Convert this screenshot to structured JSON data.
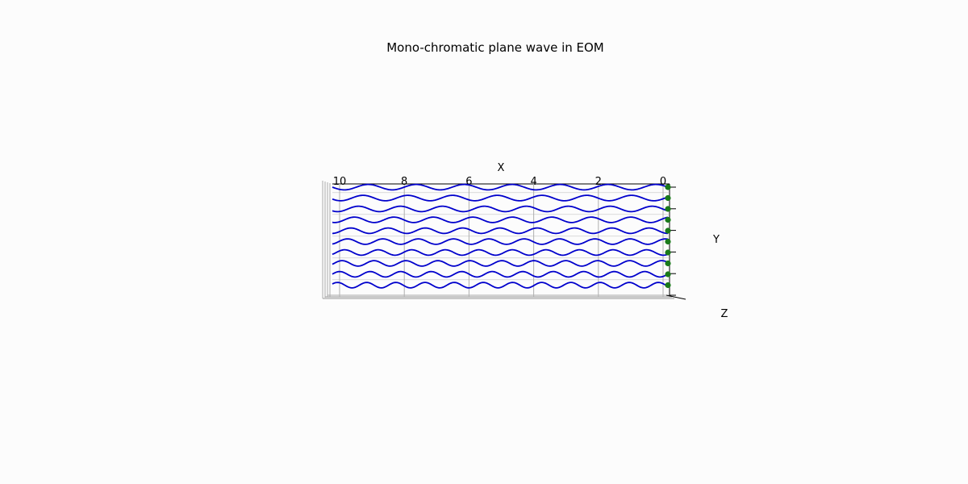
{
  "chart_data": {
    "type": "line",
    "title": "Mono-chromatic plane wave in EOM",
    "xlabel": "X",
    "ylabel": "Y",
    "zlabel": "Z",
    "xlim": [
      10,
      0
    ],
    "x_ticks": [
      "10",
      "8",
      "6",
      "4",
      "2",
      "0"
    ],
    "grid": true,
    "wave_amplitude": 0.12,
    "series": [
      {
        "y": 1,
        "cycles": 7.0,
        "phase": 0.0
      },
      {
        "y": 2,
        "cycles": 7.5,
        "phase": 0.4
      },
      {
        "y": 3,
        "cycles": 8.0,
        "phase": 0.8
      },
      {
        "y": 4,
        "cycles": 8.5,
        "phase": 1.2
      },
      {
        "y": 5,
        "cycles": 9.0,
        "phase": 1.6
      },
      {
        "y": 6,
        "cycles": 9.5,
        "phase": 2.0
      },
      {
        "y": 7,
        "cycles": 10.0,
        "phase": 2.4
      },
      {
        "y": 8,
        "cycles": 10.5,
        "phase": 2.8
      },
      {
        "y": 9,
        "cycles": 11.0,
        "phase": 3.2
      },
      {
        "y": 10,
        "cycles": 11.5,
        "phase": 3.6
      }
    ],
    "markers": {
      "x": 0,
      "y": [
        1,
        2,
        3,
        4,
        5,
        6,
        7,
        8,
        9,
        10
      ]
    },
    "colors": {
      "wave": "#0000cc",
      "marker": "#1a7a1a",
      "grid": "#b0b0b0",
      "pane_edge": "#999999"
    }
  }
}
